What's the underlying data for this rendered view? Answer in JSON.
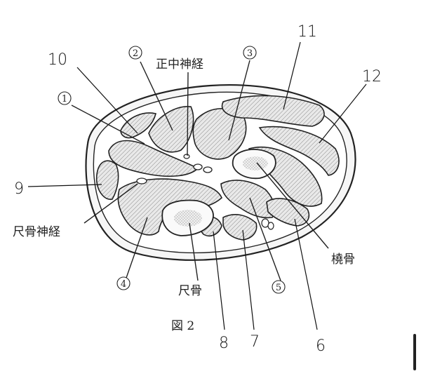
{
  "figure": {
    "caption": "図 2"
  },
  "printed_labels": {
    "median_nerve": "正中神経",
    "ulnar_nerve": "尺骨神経",
    "radius": "橈骨",
    "ulna": "尺骨"
  },
  "circled_numbers": [
    "①",
    "②",
    "③",
    "④",
    "⑤"
  ],
  "handwritten_numbers": [
    "6",
    "7",
    "8",
    "9",
    "10",
    "11",
    "12"
  ],
  "colors": {
    "ink": "#222222",
    "paper": "#ffffff"
  }
}
